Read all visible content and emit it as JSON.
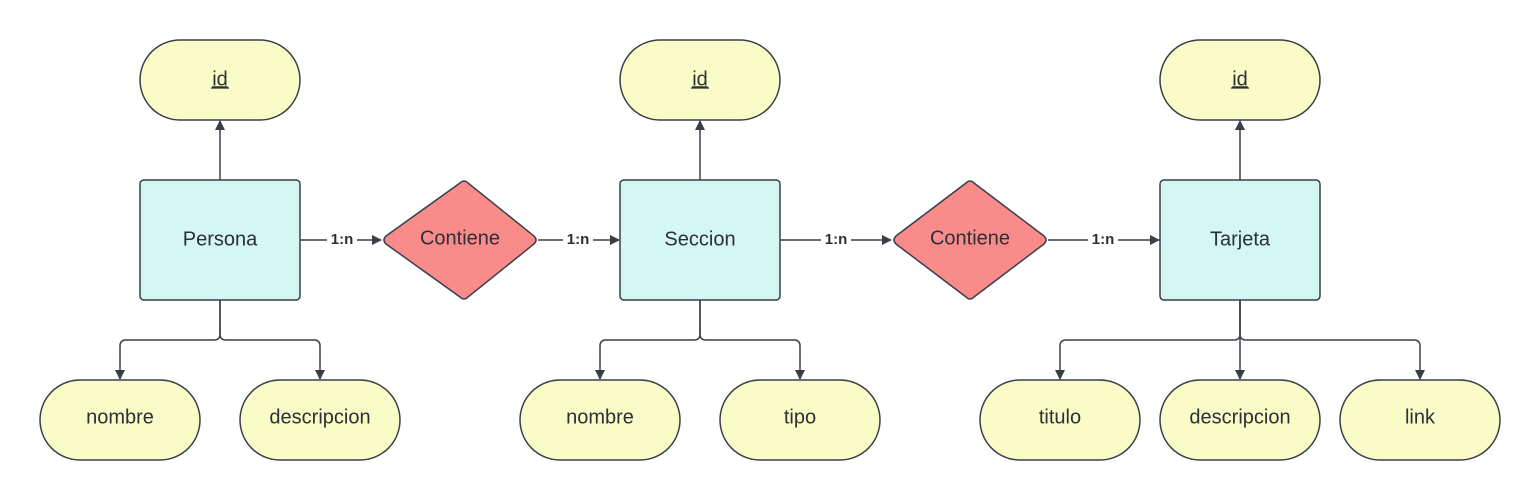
{
  "colors": {
    "entity_fill": "#d5f7f3",
    "attribute_fill": "#fafcc8",
    "relationship_fill": "#f98b8b",
    "stroke": "#3a3f47",
    "background": "#ffffff"
  },
  "entities": [
    {
      "id": "persona",
      "label": "Persona"
    },
    {
      "id": "seccion",
      "label": "Seccion"
    },
    {
      "id": "tarjeta",
      "label": "Tarjeta"
    }
  ],
  "relationships": [
    {
      "id": "contiene-1",
      "label": "Contiene"
    },
    {
      "id": "contiene-2",
      "label": "Contiene"
    }
  ],
  "attributes": [
    {
      "id": "persona-id",
      "entity": "persona",
      "label": "id",
      "key": true
    },
    {
      "id": "persona-nombre",
      "entity": "persona",
      "label": "nombre",
      "key": false
    },
    {
      "id": "persona-descripcion",
      "entity": "persona",
      "label": "descripcion",
      "key": false
    },
    {
      "id": "seccion-id",
      "entity": "seccion",
      "label": "id",
      "key": true
    },
    {
      "id": "seccion-nombre",
      "entity": "seccion",
      "label": "nombre",
      "key": false
    },
    {
      "id": "seccion-tipo",
      "entity": "seccion",
      "label": "tipo",
      "key": false
    },
    {
      "id": "tarjeta-id",
      "entity": "tarjeta",
      "label": "id",
      "key": true
    },
    {
      "id": "tarjeta-titulo",
      "entity": "tarjeta",
      "label": "titulo",
      "key": false
    },
    {
      "id": "tarjeta-descripcion",
      "entity": "tarjeta",
      "label": "descripcion",
      "key": false
    },
    {
      "id": "tarjeta-link",
      "entity": "tarjeta",
      "label": "link",
      "key": false
    }
  ],
  "cardinalities": [
    {
      "id": "persona-to-contiene-1",
      "from": "persona",
      "to": "contiene-1",
      "label": "1:n"
    },
    {
      "id": "contiene-1-to-seccion",
      "from": "contiene-1",
      "to": "seccion",
      "label": "1:n"
    },
    {
      "id": "seccion-to-contiene-2",
      "from": "seccion",
      "to": "contiene-2",
      "label": "1:n"
    },
    {
      "id": "contiene-2-to-tarjeta",
      "from": "contiene-2",
      "to": "tarjeta",
      "label": "1:n"
    }
  ]
}
